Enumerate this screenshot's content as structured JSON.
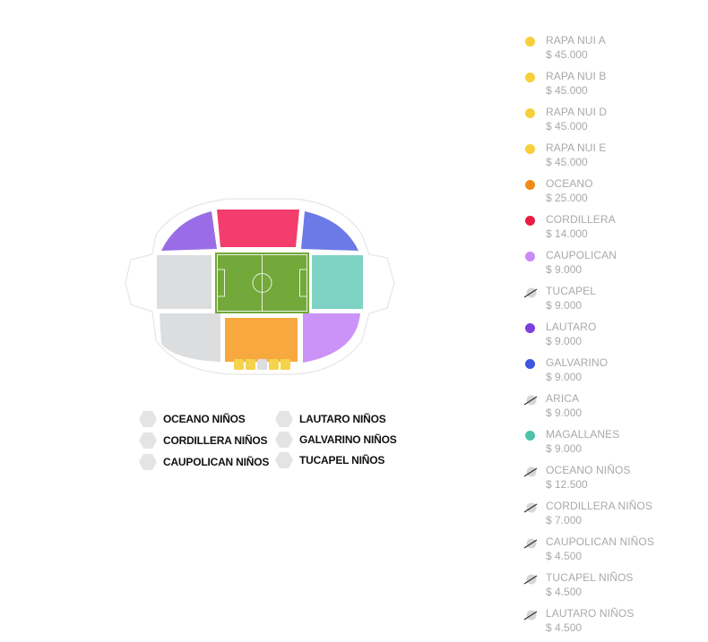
{
  "colors": {
    "section_gray": "#dcdddf",
    "pitch_green": "#73a83a",
    "pitch_line": "#e9f1df",
    "sold_out_gray": "#e3e4e6"
  },
  "stadium": {
    "sections": [
      {
        "name": "north-center",
        "color": "#f23d6d"
      },
      {
        "name": "north-west",
        "color": "#9a6de6"
      },
      {
        "name": "north-east",
        "color": "#6b7ae6"
      },
      {
        "name": "west-top",
        "color": "#dcdddf"
      },
      {
        "name": "west-bottom",
        "color": "#dcdddf"
      },
      {
        "name": "east",
        "color": "#7fd3c4"
      },
      {
        "name": "south-east",
        "color": "#cb93f7"
      },
      {
        "name": "south-center",
        "color": "#f7a940"
      },
      {
        "name": "south-box-1",
        "color": "#f6d34c"
      },
      {
        "name": "south-box-2",
        "color": "#f6d34c"
      },
      {
        "name": "south-box-3",
        "color": "#dcdddf"
      },
      {
        "name": "south-box-4",
        "color": "#f6d34c"
      },
      {
        "name": "south-box-5",
        "color": "#f6d34c"
      }
    ]
  },
  "kids_sections": [
    {
      "label": "OCEANO NIÑOS",
      "icon": "hexagon-icon"
    },
    {
      "label": "CORDILLERA NIÑOS",
      "icon": "hexagon-icon"
    },
    {
      "label": "CAUPOLICAN NIÑOS",
      "icon": "hexagon-icon"
    },
    {
      "label": "LAUTARO NIÑOS",
      "icon": "hexagon-icon"
    },
    {
      "label": "GALVARINO NIÑOS",
      "icon": "hexagon-icon"
    },
    {
      "label": "TUCAPEL NIÑOS",
      "icon": "hexagon-icon"
    }
  ],
  "price_list": [
    {
      "name": "RAPA NUI A",
      "price": "$ 45.000",
      "color": "#f7cf3c",
      "icon": "dot-icon"
    },
    {
      "name": "RAPA NUI B",
      "price": "$ 45.000",
      "color": "#f7cf3c",
      "icon": "dot-icon"
    },
    {
      "name": "RAPA NUI D",
      "price": "$ 45.000",
      "color": "#f7cf3c",
      "icon": "dot-icon"
    },
    {
      "name": "RAPA NUI E",
      "price": "$ 45.000",
      "color": "#f7cf3c",
      "icon": "dot-icon"
    },
    {
      "name": "OCEANO",
      "price": "$ 25.000",
      "color": "#f08a1d",
      "icon": "dot-icon"
    },
    {
      "name": "CORDILLERA",
      "price": "$ 14.000",
      "color": "#ea1c44",
      "icon": "dot-icon"
    },
    {
      "name": "CAUPOLICAN",
      "price": "$ 9.000",
      "color": "#c98bf6",
      "icon": "dot-icon"
    },
    {
      "name": "TUCAPEL",
      "price": "$ 9.000",
      "color": "",
      "icon": "sold-out-icon"
    },
    {
      "name": "LAUTARO",
      "price": "$ 9.000",
      "color": "#7a3fdc",
      "icon": "dot-icon"
    },
    {
      "name": "GALVARINO",
      "price": "$ 9.000",
      "color": "#3d56df",
      "icon": "dot-icon"
    },
    {
      "name": "ARICA",
      "price": "$ 9.000",
      "color": "",
      "icon": "sold-out-icon"
    },
    {
      "name": "MAGALLANES",
      "price": "$ 9.000",
      "color": "#4dc3a8",
      "icon": "dot-icon"
    },
    {
      "name": "OCEANO NIÑOS",
      "price": "$ 12.500",
      "color": "",
      "icon": "sold-out-icon"
    },
    {
      "name": "CORDILLERA NIÑOS",
      "price": "$ 7.000",
      "color": "",
      "icon": "sold-out-icon"
    },
    {
      "name": "CAUPOLICAN NIÑOS",
      "price": "$ 4.500",
      "color": "",
      "icon": "sold-out-icon"
    },
    {
      "name": "TUCAPEL NIÑOS",
      "price": "$ 4.500",
      "color": "",
      "icon": "sold-out-icon"
    },
    {
      "name": "LAUTARO NIÑOS",
      "price": "$ 4.500",
      "color": "",
      "icon": "sold-out-icon"
    }
  ]
}
